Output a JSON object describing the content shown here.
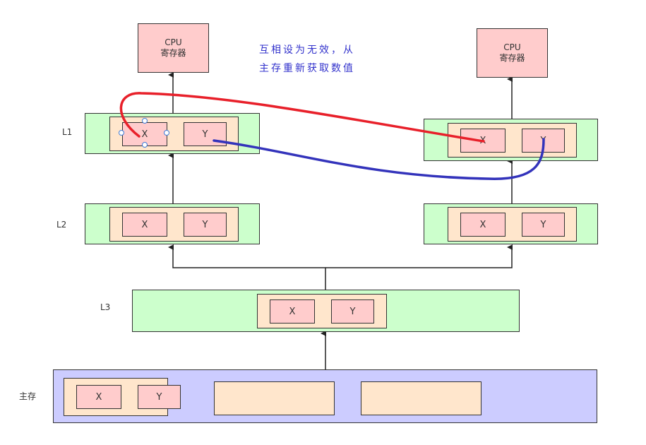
{
  "cpu_left": {
    "line1": "CPU",
    "line2": "寄存器"
  },
  "cpu_right": {
    "line1": "CPU",
    "line2": "寄存器"
  },
  "levels": {
    "l1": "L1",
    "l2": "L2",
    "l3": "L3",
    "main": "主存"
  },
  "cell_x": "X",
  "cell_y": "Y",
  "annotation": {
    "line1": "互相设为无效，从",
    "line2": "主存重新获取数值"
  },
  "colors": {
    "red_curve": "#e8202a",
    "blue_curve": "#3333bb",
    "note_text": "#3333cc"
  }
}
